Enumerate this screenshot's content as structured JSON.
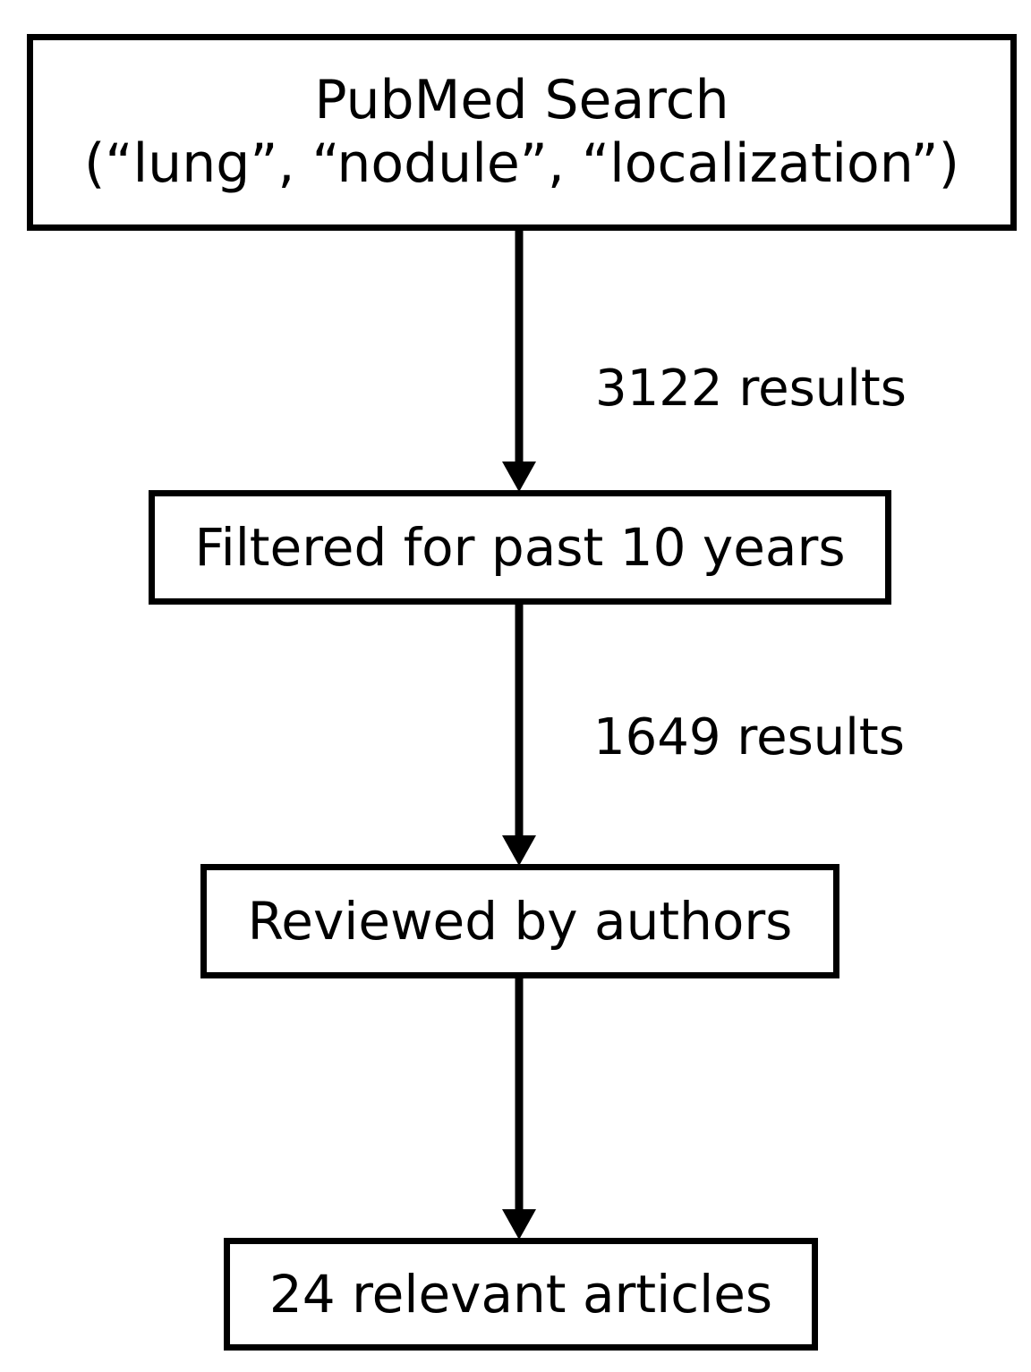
{
  "flowchart": {
    "search_box": {
      "line1": "PubMed Search",
      "line2": "(“lung”, “nodule”, “localization”)"
    },
    "filtered_box": {
      "text": "Filtered for past 10 years"
    },
    "reviewed_box": {
      "text": "Reviewed by authors"
    },
    "relevant_box": {
      "text": "24 relevant articles"
    },
    "edges": [
      {
        "label": "3122 results"
      },
      {
        "label": "1649 results"
      },
      {
        "label": ""
      }
    ]
  },
  "colors": {
    "stroke": "#000000",
    "background": "#ffffff"
  }
}
